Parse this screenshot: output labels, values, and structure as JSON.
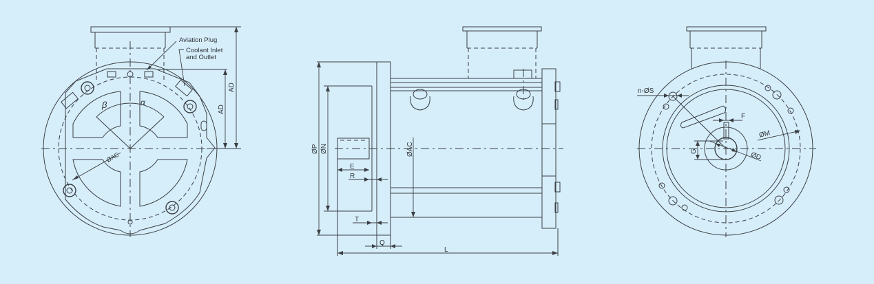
{
  "diagram": {
    "type": "engineering-drawing",
    "subject": "motor outline dimension drawing",
    "colors": {
      "background": "#d6eefa",
      "line": "#3a3f44",
      "text": "#2f3439"
    },
    "views": {
      "front": {
        "callouts": {
          "aviation_plug": "Aviation Plug",
          "coolant_line1": "Coolant Inlet",
          "coolant_line2": "and Outlet"
        },
        "dimensions": {
          "ad_outer": "AD",
          "ad_inner": "AD",
          "ac": "ØAC",
          "alpha": "α",
          "beta": "β"
        }
      },
      "side": {
        "dimensions": {
          "p": "ØP",
          "n": "ØN",
          "ac": "ØAC",
          "e": "E",
          "r": "R",
          "t": "T",
          "q": "Q",
          "l": "L"
        }
      },
      "rear": {
        "dimensions": {
          "s": "n-ØS",
          "f": "F",
          "m": "ØM",
          "g": "G",
          "d": "ØD"
        }
      }
    }
  }
}
